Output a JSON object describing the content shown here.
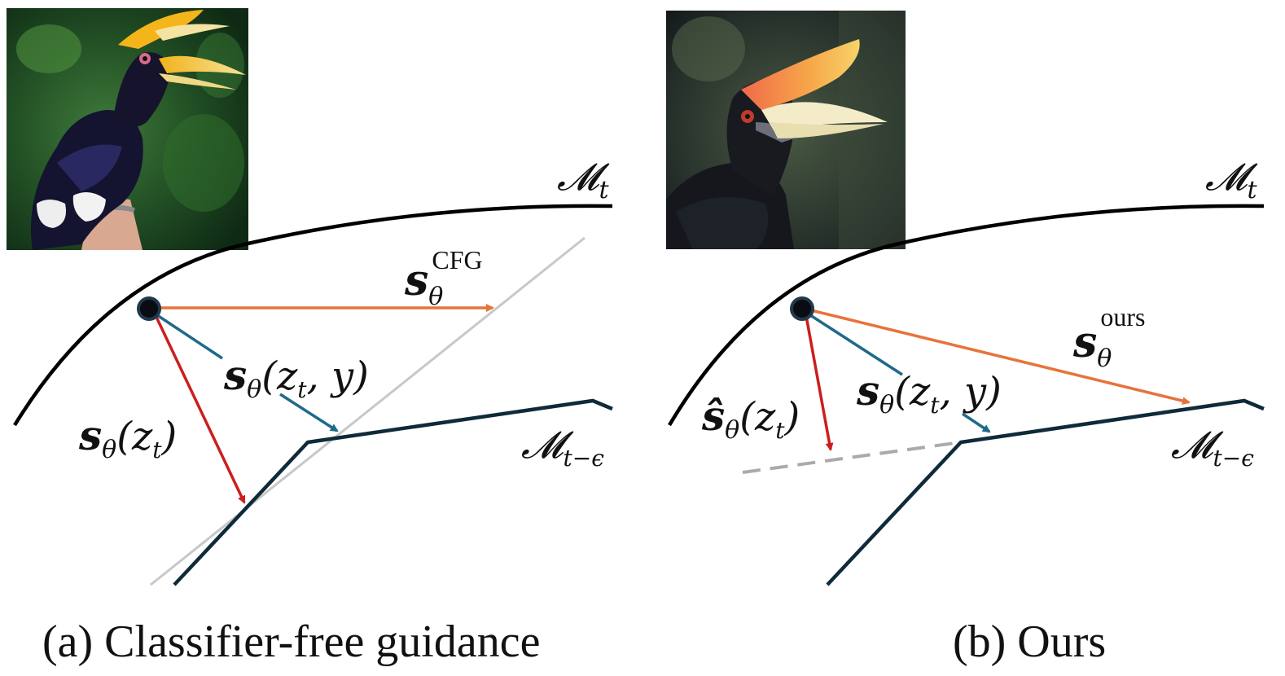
{
  "panels": [
    {
      "id": "a",
      "caption": "(a) Classifier-free guidance",
      "photo_icon": "hornbill-photo",
      "manifold_t_label": "𝓜",
      "manifold_t_sub": "t",
      "manifold_teps_label": "𝓜",
      "manifold_teps_sub": "t−ϵ",
      "cfg_main": "s",
      "cfg_sub": "θ",
      "cfg_sup": "CFG",
      "cond_label": "s",
      "cond_sub": "θ",
      "cond_args": "(z",
      "cond_args_sub": "t",
      "cond_args_end": ", y)",
      "uncond_label": "s",
      "uncond_sub": "θ",
      "uncond_args": "(z",
      "uncond_args_sub": "t",
      "uncond_args_end": ")"
    },
    {
      "id": "b",
      "caption": "(b) Ours",
      "photo_icon": "hornbill-photo",
      "manifold_t_label": "𝓜",
      "manifold_t_sub": "t",
      "manifold_teps_label": "𝓜",
      "manifold_teps_sub": "t−ϵ",
      "ours_main": "s",
      "ours_sub": "θ",
      "ours_sup": "ours",
      "cond_label": "s",
      "cond_sub": "θ",
      "cond_args": "(z",
      "cond_args_sub": "t",
      "cond_args_end": ", y)",
      "hat_label": "ŝ",
      "hat_sub": "θ",
      "hat_args": "(z",
      "hat_args_sub": "t",
      "hat_args_end": ")"
    }
  ],
  "colors": {
    "orange": "#E8733A",
    "blue": "#1F6A8A",
    "red": "#CC1E1E",
    "dark": "#0F2A3A",
    "black": "#000000",
    "gray": "#C8C8C8",
    "dash": "#AAAAAA"
  }
}
